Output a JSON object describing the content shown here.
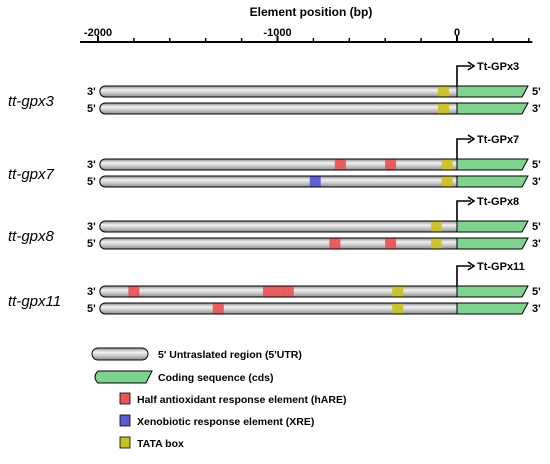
{
  "axis": {
    "title": "Element position (bp)",
    "tick_labels": [
      {
        "pos": -2000,
        "label": "-2000"
      },
      {
        "pos": -1000,
        "label": "-1000"
      },
      {
        "pos": 0,
        "label": "0"
      }
    ],
    "minor_ticks": [
      -1800,
      -1600,
      -1400,
      -1200,
      -800,
      -600,
      -400,
      -200,
      200,
      400
    ],
    "range": [
      -2100,
      420
    ]
  },
  "genes": [
    {
      "label": "tt-gpx3",
      "cds_label": "Tt-GPx3",
      "strands": [
        {
          "left": "3'",
          "right": "5'",
          "start": -1990,
          "elements": [
            {
              "type": "tata",
              "pos": -75
            }
          ]
        },
        {
          "left": "5'",
          "right": "3'",
          "start": -1990,
          "elements": [
            {
              "type": "tata",
              "pos": -75
            }
          ]
        }
      ]
    },
    {
      "label": "tt-gpx7",
      "cds_label": "Tt-GPx7",
      "strands": [
        {
          "left": "3'",
          "right": "5'",
          "start": -1990,
          "elements": [
            {
              "type": "hare",
              "pos": -650
            },
            {
              "type": "hare",
              "pos": -370
            },
            {
              "type": "tata",
              "pos": -55
            }
          ]
        },
        {
          "left": "5'",
          "right": "3'",
          "start": -1990,
          "elements": [
            {
              "type": "xre",
              "pos": -790
            },
            {
              "type": "tata",
              "pos": -55
            }
          ]
        }
      ]
    },
    {
      "label": "tt-gpx8",
      "cds_label": "Tt-GPx8",
      "strands": [
        {
          "left": "3'",
          "right": "5'",
          "start": -1990,
          "elements": [
            {
              "type": "tata",
              "pos": -115
            }
          ]
        },
        {
          "left": "5'",
          "right": "3'",
          "start": -1990,
          "elements": [
            {
              "type": "hare",
              "pos": -680
            },
            {
              "type": "hare",
              "pos": -370
            },
            {
              "type": "tata",
              "pos": -115
            }
          ]
        }
      ]
    },
    {
      "label": "tt-gpx11",
      "cds_label": "Tt-GPx11",
      "strands": [
        {
          "left": "3'",
          "right": "5'",
          "start": -1990,
          "elements": [
            {
              "type": "hare",
              "pos": -1800
            },
            {
              "type": "hare",
              "pos": -1050
            },
            {
              "type": "hare",
              "pos": -990
            },
            {
              "type": "hare",
              "pos": -940
            },
            {
              "type": "tata",
              "pos": -330
            }
          ]
        },
        {
          "left": "5'",
          "right": "3'",
          "start": -1990,
          "elements": [
            {
              "type": "hare",
              "pos": -1330
            },
            {
              "type": "tata",
              "pos": -330
            }
          ]
        }
      ]
    }
  ],
  "legend": [
    {
      "kind": "utr",
      "label": "5' Untraslated region (5'UTR)"
    },
    {
      "kind": "cds",
      "label": "Coding sequence (cds)"
    },
    {
      "kind": "hare",
      "label": "Half antioxidant response element (hARE)"
    },
    {
      "kind": "xre",
      "label": "Xenobiotic response element (XRE)"
    },
    {
      "kind": "tata",
      "label": "TATA box"
    }
  ],
  "colors": {
    "hare": "#e8565a",
    "xre": "#5b5bd6",
    "tata": "#c9c227",
    "cds": "#7fd38e",
    "utr_light": "#f2f2f2",
    "utr_mid": "#c8c8c8",
    "utr_dark": "#8c8c8c",
    "line": "#000000"
  }
}
